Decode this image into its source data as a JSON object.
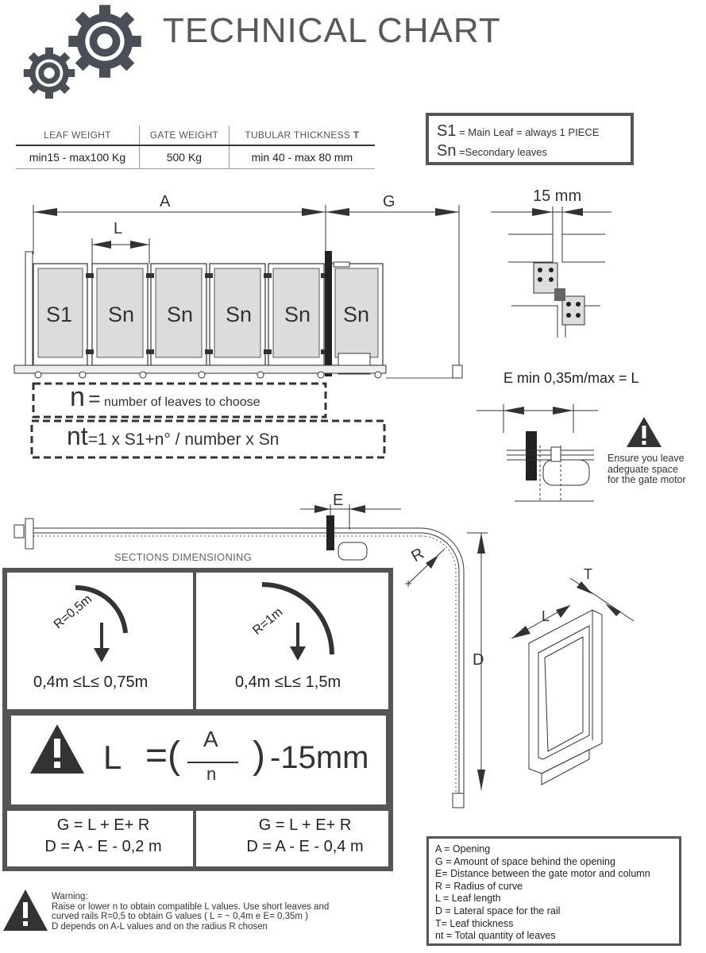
{
  "title": "TECHNICAL CHART",
  "spec_table": {
    "headers": [
      "LEAF WEIGHT",
      "GATE WEIGHT",
      "TUBULAR THICKNESS"
    ],
    "header_bold_suffix": "T",
    "values": [
      "min15 - max100 Kg",
      "500 Kg",
      "min 40 - max 80 mm"
    ]
  },
  "legend": {
    "s1_symbol": "S1",
    "s1_text": "= Main Leaf = always 1 PIECE",
    "sn_symbol": "Sn",
    "sn_text": "=Secondary leaves"
  },
  "gate": {
    "dim_a": "A",
    "dim_g": "G",
    "dim_l": "L",
    "leaves": [
      "S1",
      "Sn",
      "Sn",
      "Sn",
      "Sn",
      "Sn"
    ]
  },
  "formula_n": {
    "symbol": "n",
    "equals": "=",
    "text": "number of leaves to choose"
  },
  "formula_nt": {
    "symbol": "nt",
    "text": "=1 x S1+n° / number x Sn"
  },
  "hinge_detail": {
    "gap": "15 mm"
  },
  "motor_detail": {
    "heading": "E  min 0,35m/max = L",
    "note_lines": [
      "Ensure you leave",
      "adeguate space",
      "for the gate motor"
    ]
  },
  "rail_diagram": {
    "dim_e": "E",
    "dim_r": "R",
    "dim_d": "D"
  },
  "sections": {
    "title": "SECTIONS DIMENSIONING",
    "left": {
      "radius": "R=0,5m",
      "range": "0,4m ≤L≤ 0,75m",
      "g_formula": "G = L + E+ R",
      "d_formula": "D = A - E - 0,2 m"
    },
    "right": {
      "radius": "R=1m",
      "range": "0,4m ≤L≤ 1,5m",
      "g_formula": "G = L + E+ R",
      "d_formula": "D = A - E - 0,4 m"
    },
    "main_formula": {
      "lhs": "L",
      "numerator": "A",
      "denominator": "n",
      "suffix": "-15mm"
    }
  },
  "leaf_frame": {
    "dim_l": "L",
    "dim_t": "T"
  },
  "definitions": [
    "A = Opening",
    "G = Amount of space behind the opening",
    "E= Distance between the gate motor and column",
    "R = Radius of curve",
    "L = Leaf length",
    "D = Lateral space for the rail",
    "T= Leaf thickness",
    "nt = Total quantity of leaves"
  ],
  "warning": {
    "heading": "Warning:",
    "line1": "Raise or lower n to obtain compatible L values. Use short leaves and",
    "line2": "curved rails R=0,5 to obtain G values ( L = ~ 0,4m e E= 0,35m )",
    "line3": "D depends on A-L values and on the radius R chosen"
  },
  "colors": {
    "gear": "#4a4e57",
    "border": "#555555",
    "panel": "#dcdcdc",
    "text": "#333333"
  }
}
